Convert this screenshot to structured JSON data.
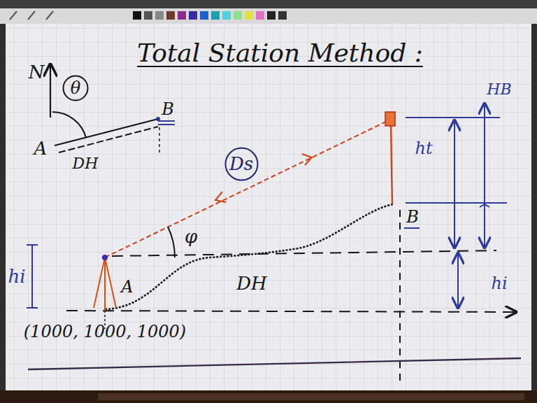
{
  "diagram": {
    "title": "Total Station Method :",
    "nodes": [
      {
        "text": [
          "θ"
        ]
      },
      {
        "text": [
          "Ds"
        ]
      }
    ],
    "labels": [
      "N",
      "A",
      "B",
      "DH",
      "φ",
      "hi",
      "A",
      "(1000, 1000, 1000)",
      "DH",
      "ht",
      "HB",
      "B",
      "hi"
    ]
  }
}
